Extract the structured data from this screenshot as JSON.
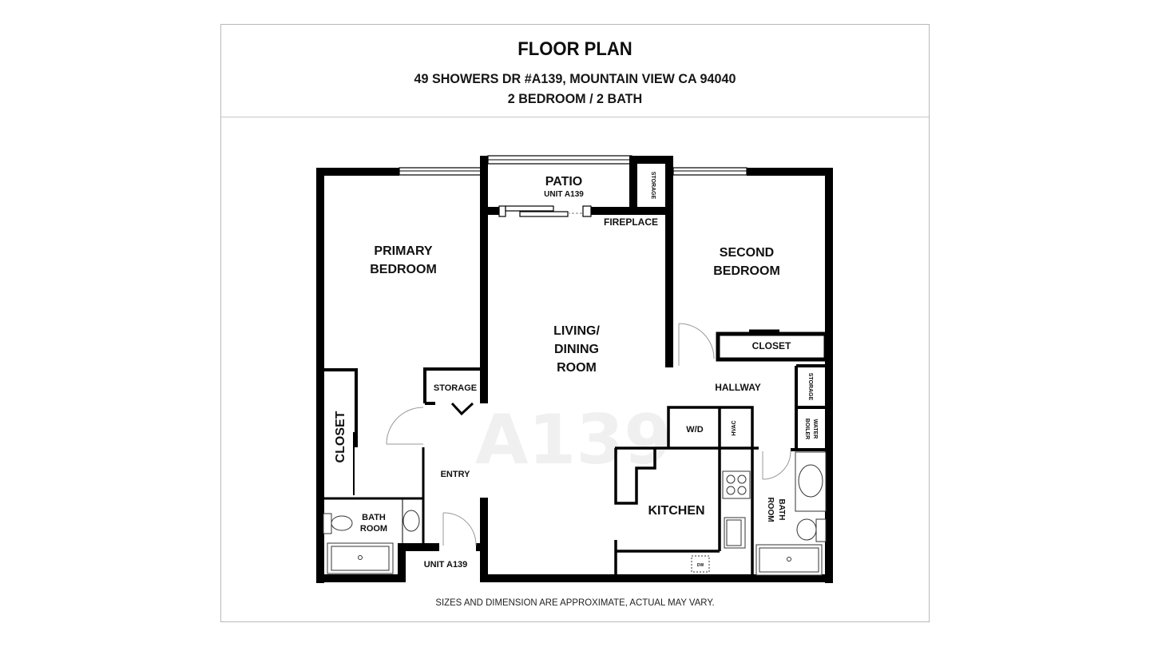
{
  "header": {
    "title": "FLOOR PLAN",
    "address": "49 SHOWERS DR #A139, MOUNTAIN VIEW CA 94040",
    "layout": "2 BEDROOM / 2 BATH"
  },
  "plan": {
    "watermark": "A139",
    "rooms": {
      "patio": "PATIO",
      "patio_unit": "UNIT A139",
      "patio_storage": "STORAGE",
      "fireplace": "FIREPLACE",
      "primary_bedroom_line1": "PRIMARY",
      "primary_bedroom_line2": "BEDROOM",
      "second_bedroom_line1": "SECOND",
      "second_bedroom_line2": "BEDROOM",
      "living_line1": "LIVING/",
      "living_line2": "DINING",
      "living_line3": "ROOM",
      "closet_second": "CLOSET",
      "hallway": "HALLWAY",
      "storage_entry": "STORAGE",
      "closet_primary": "CLOSET",
      "entry": "ENTRY",
      "bath1_line1": "BATH",
      "bath1_line2": "ROOM",
      "unit_label": "UNIT A139",
      "wd": "W/D",
      "hvac": "HVAC",
      "kitchen": "KITCHEN",
      "dw": "DW",
      "hall_storage": "STORAGE",
      "water_boiler_line1": "WATER",
      "water_boiler_line2": "BOILER",
      "bath2_line1": "BATH",
      "bath2_line2": "ROOM"
    }
  },
  "footer": {
    "note": "SIZES AND DIMENSION ARE APPROXIMATE, ACTUAL MAY VARY."
  },
  "colors": {
    "wall": "#000000",
    "border": "#b9b9b9",
    "watermark": "#f0f0f0"
  }
}
